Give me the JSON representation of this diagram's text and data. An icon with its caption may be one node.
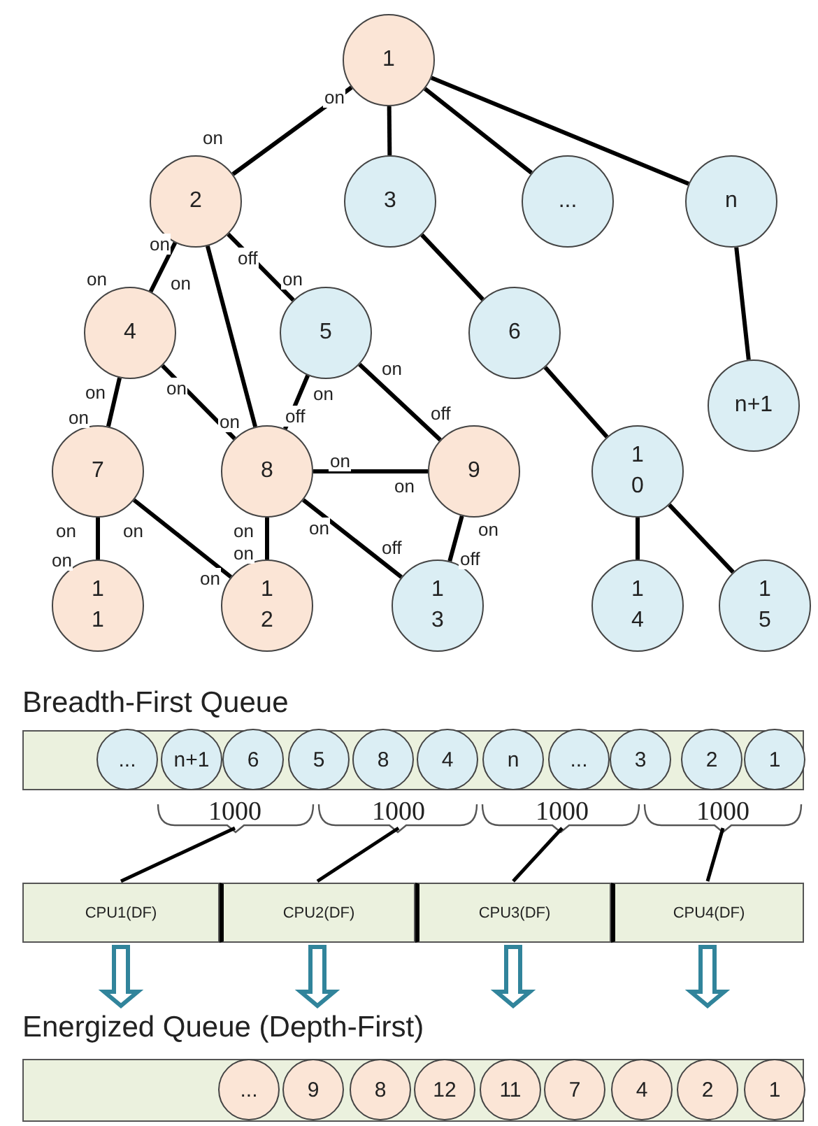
{
  "diagram": {
    "nodes": [
      {
        "text": [
          "1"
        ]
      },
      {
        "text": [
          "2"
        ]
      },
      {
        "text": [
          "3"
        ]
      },
      {
        "text": [
          "..."
        ]
      },
      {
        "text": [
          "n"
        ]
      },
      {
        "text": [
          "4"
        ]
      },
      {
        "text": [
          "5"
        ]
      },
      {
        "text": [
          "6"
        ]
      },
      {
        "text": [
          "n+1"
        ]
      },
      {
        "text": [
          "7"
        ]
      },
      {
        "text": [
          "8"
        ]
      },
      {
        "text": [
          "9"
        ]
      },
      {
        "text": [
          "10"
        ]
      },
      {
        "text": [
          "11"
        ]
      },
      {
        "text": [
          "12"
        ]
      },
      {
        "text": [
          "13"
        ]
      },
      {
        "text": [
          "14"
        ]
      },
      {
        "text": [
          "15"
        ]
      },
      {
        "text": [
          "Breadth-First Queue"
        ]
      },
      {
        "text": [
          "..."
        ],
        "in": 18
      },
      {
        "text": [
          "n+1"
        ],
        "in": 18
      },
      {
        "text": [
          "6"
        ],
        "in": 18
      },
      {
        "text": [
          "5"
        ],
        "in": 18
      },
      {
        "text": [
          "8"
        ],
        "in": 18
      },
      {
        "text": [
          "4"
        ],
        "in": 18
      },
      {
        "text": [
          "n"
        ],
        "in": 18
      },
      {
        "text": [
          "..."
        ],
        "in": 18
      },
      {
        "text": [
          "3"
        ],
        "in": 18
      },
      {
        "text": [
          "2"
        ],
        "in": 18
      },
      {
        "text": [
          "1"
        ],
        "in": 18
      },
      {
        "text": [
          "1000"
        ]
      },
      {
        "text": [
          "1000"
        ]
      },
      {
        "text": [
          "1000"
        ]
      },
      {
        "text": [
          "1000"
        ]
      },
      {
        "text": [
          "CPU1(DF)"
        ]
      },
      {
        "text": [
          "CPU2(DF)"
        ]
      },
      {
        "text": [
          "CPU3(DF)"
        ]
      },
      {
        "text": [
          "CPU4(DF)"
        ]
      },
      {
        "text": [
          "Energized Queue (Depth-First)"
        ]
      },
      {
        "text": [
          "..."
        ],
        "in": 38
      },
      {
        "text": [
          "9"
        ],
        "in": 38
      },
      {
        "text": [
          "8"
        ],
        "in": 38
      },
      {
        "text": [
          "12"
        ],
        "in": 38
      },
      {
        "text": [
          "11"
        ],
        "in": 38
      },
      {
        "text": [
          "7"
        ],
        "in": 38
      },
      {
        "text": [
          "4"
        ],
        "in": 38
      },
      {
        "text": [
          "2"
        ],
        "in": 38
      },
      {
        "text": [
          "1"
        ],
        "in": 38
      }
    ],
    "edges": [
      {
        "from": 0,
        "to": 1,
        "arrow": "none"
      },
      {
        "from": 0,
        "to": 2,
        "arrow": "none"
      },
      {
        "from": 0,
        "to": 3,
        "arrow": "none"
      },
      {
        "from": 0,
        "to": 4,
        "arrow": "none"
      },
      {
        "from": 1,
        "to": 5,
        "arrow": "none"
      },
      {
        "from": 1,
        "to": 10,
        "arrow": "none"
      },
      {
        "from": 1,
        "to": 6,
        "arrow": "none"
      },
      {
        "from": 2,
        "to": 7,
        "arrow": "none"
      },
      {
        "from": 4,
        "to": 8,
        "arrow": "none"
      },
      {
        "from": 5,
        "to": 9,
        "arrow": "none"
      },
      {
        "from": 5,
        "to": 10,
        "arrow": "none"
      },
      {
        "from": 6,
        "to": 10,
        "arrow": "none"
      },
      {
        "from": 6,
        "to": 11,
        "arrow": "none"
      },
      {
        "from": 7,
        "to": 12,
        "arrow": "none"
      },
      {
        "from": 10,
        "to": 11,
        "arrow": "none"
      },
      {
        "from": 9,
        "to": 13,
        "arrow": "none"
      },
      {
        "from": 9,
        "to": 14,
        "arrow": "none"
      },
      {
        "from": 10,
        "to": 14,
        "arrow": "none"
      },
      {
        "from": 10,
        "to": 15,
        "arrow": "none"
      },
      {
        "from": 11,
        "to": 15,
        "arrow": "none"
      },
      {
        "from": 12,
        "to": 16,
        "arrow": "none"
      },
      {
        "from": 12,
        "to": 17,
        "arrow": "none"
      },
      {
        "from": 30,
        "to": 34,
        "arrow": "none"
      },
      {
        "from": 31,
        "to": 35,
        "arrow": "none"
      },
      {
        "from": 32,
        "to": 36,
        "arrow": "none"
      },
      {
        "from": 33,
        "to": 37,
        "arrow": "none"
      },
      {
        "from": 34,
        "to": 38,
        "arrow": "to",
        "style": "thick",
        "color": "#31849b"
      },
      {
        "from": 35,
        "to": 38,
        "arrow": "to",
        "style": "thick",
        "color": "#31849b"
      },
      {
        "from": 36,
        "to": 38,
        "arrow": "to",
        "style": "thick",
        "color": "#31849b"
      },
      {
        "from": 37,
        "to": 38,
        "arrow": "to",
        "style": "thick",
        "color": "#31849b"
      }
    ],
    "labels": [
      "on",
      "on",
      "on",
      "off",
      "on",
      "on",
      "on",
      "on",
      "on",
      "on",
      "on",
      "on",
      "on",
      "off",
      "off",
      "on",
      "on",
      "on",
      "on",
      "on",
      "on",
      "on",
      "off",
      "on",
      "on",
      "off",
      "on"
    ]
  }
}
